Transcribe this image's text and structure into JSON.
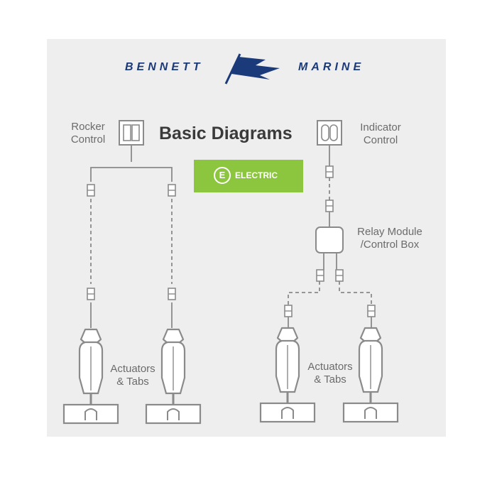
{
  "brand": {
    "left_word": "BENNETT",
    "right_word": "MARINE"
  },
  "title": "Basic Diagrams",
  "badge": {
    "letter": "E",
    "text": "ELECTRIC"
  },
  "left_diagram": {
    "control_label_1": "Rocker",
    "control_label_2": "Control",
    "actuator_label_1": "Actuators",
    "actuator_label_2": "& Tabs"
  },
  "right_diagram": {
    "control_label_1": "Indicator",
    "control_label_2": "Control",
    "relay_label_1": "Relay Module",
    "relay_label_2": "/Control Box",
    "actuator_label_1": "Actuators",
    "actuator_label_2": "& Tabs"
  },
  "colors": {
    "brand": "#1b3a7a",
    "badge": "#8cc63f",
    "line": "#8a8a8a",
    "panel": "#eeeeee"
  }
}
